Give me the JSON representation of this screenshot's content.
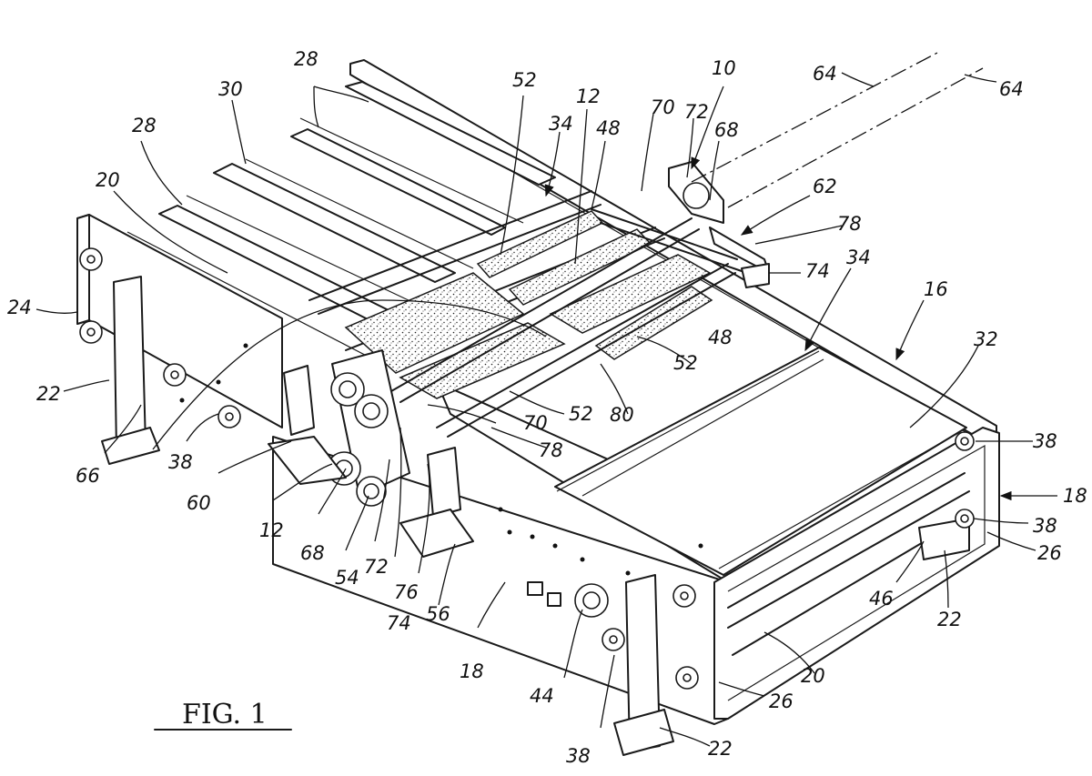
{
  "figure": {
    "label": "FIG. 1"
  },
  "reference_numerals": [
    {
      "id": "r10",
      "text": "10"
    },
    {
      "id": "r12a",
      "text": "12"
    },
    {
      "id": "r12b",
      "text": "12"
    },
    {
      "id": "r16",
      "text": "16"
    },
    {
      "id": "r18a",
      "text": "18"
    },
    {
      "id": "r18b",
      "text": "18"
    },
    {
      "id": "r20a",
      "text": "20"
    },
    {
      "id": "r20b",
      "text": "20"
    },
    {
      "id": "r22a",
      "text": "22"
    },
    {
      "id": "r22b",
      "text": "22"
    },
    {
      "id": "r22c",
      "text": "22"
    },
    {
      "id": "r24",
      "text": "24"
    },
    {
      "id": "r26a",
      "text": "26"
    },
    {
      "id": "r26b",
      "text": "26"
    },
    {
      "id": "r28a",
      "text": "28"
    },
    {
      "id": "r28b",
      "text": "28"
    },
    {
      "id": "r30",
      "text": "30"
    },
    {
      "id": "r32",
      "text": "32"
    },
    {
      "id": "r34a",
      "text": "34"
    },
    {
      "id": "r34b",
      "text": "34"
    },
    {
      "id": "r38a",
      "text": "38"
    },
    {
      "id": "r38b",
      "text": "38"
    },
    {
      "id": "r38c",
      "text": "38"
    },
    {
      "id": "r38d",
      "text": "38"
    },
    {
      "id": "r44",
      "text": "44"
    },
    {
      "id": "r46",
      "text": "46"
    },
    {
      "id": "r48a",
      "text": "48"
    },
    {
      "id": "r48b",
      "text": "48"
    },
    {
      "id": "r52a",
      "text": "52"
    },
    {
      "id": "r52b",
      "text": "52"
    },
    {
      "id": "r52c",
      "text": "52"
    },
    {
      "id": "r54",
      "text": "54"
    },
    {
      "id": "r56",
      "text": "56"
    },
    {
      "id": "r60",
      "text": "60"
    },
    {
      "id": "r62",
      "text": "62"
    },
    {
      "id": "r64a",
      "text": "64"
    },
    {
      "id": "r64b",
      "text": "64"
    },
    {
      "id": "r66",
      "text": "66"
    },
    {
      "id": "r68a",
      "text": "68"
    },
    {
      "id": "r68b",
      "text": "68"
    },
    {
      "id": "r70a",
      "text": "70"
    },
    {
      "id": "r70b",
      "text": "70"
    },
    {
      "id": "r72a",
      "text": "72"
    },
    {
      "id": "r72b",
      "text": "72"
    },
    {
      "id": "r74a",
      "text": "74"
    },
    {
      "id": "r74b",
      "text": "74"
    },
    {
      "id": "r76",
      "text": "76"
    },
    {
      "id": "r78a",
      "text": "78"
    },
    {
      "id": "r78b",
      "text": "78"
    },
    {
      "id": "r80",
      "text": "80"
    }
  ]
}
